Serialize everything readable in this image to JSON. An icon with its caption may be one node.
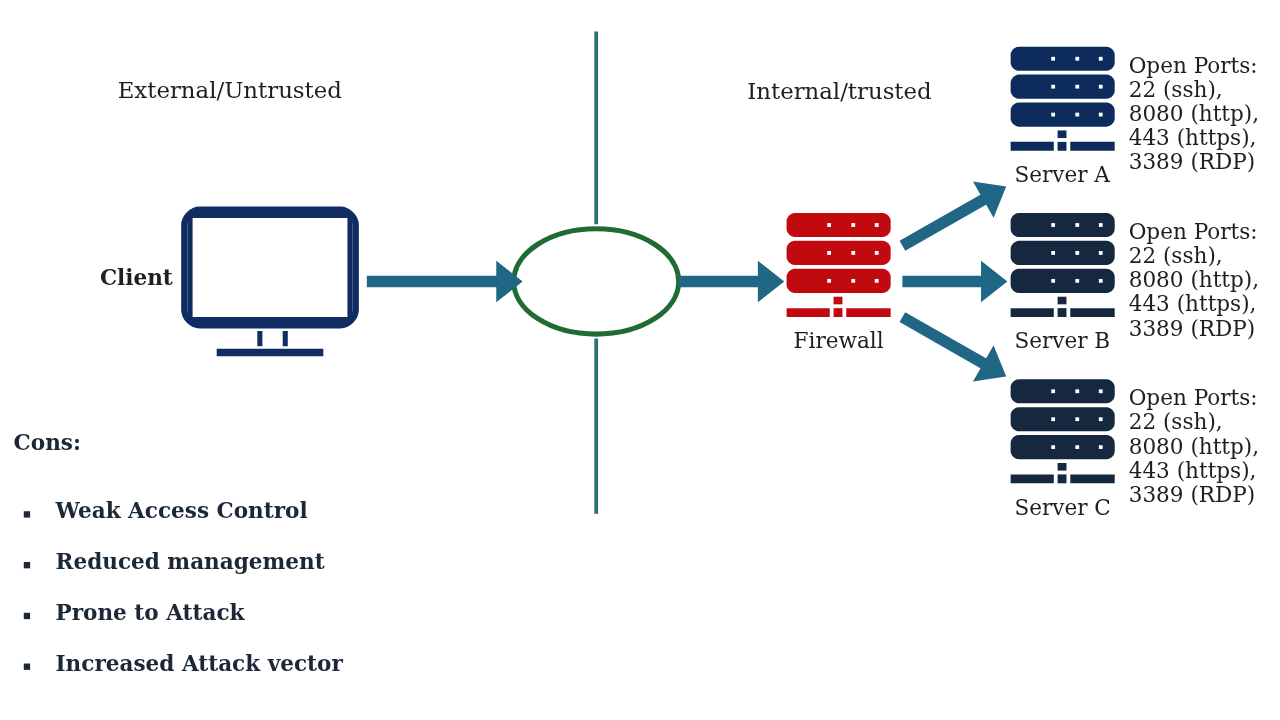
{
  "diagram": {
    "nodes": [
      {
        "text": [
          "Client"
        ]
      },
      {
        "text": [],
        "shape": "cloud"
      },
      {
        "text": [
          "Firewall"
        ]
      },
      {
        "text": [
          "Server A"
        ],
        "beside": [
          "Open Ports: 22 (ssh), 8080 (http), 443 (https), 3389 (RDP)"
        ]
      },
      {
        "text": [
          "Server B"
        ],
        "beside": [
          "Open Ports: 22 (ssh), 8080 (http), 443 (https), 3389 (RDP)"
        ]
      },
      {
        "text": [
          "Server C"
        ],
        "beside": [
          "Open Ports: 22 (ssh), 8080 (http), 443 (https), 3389 (RDP)"
        ]
      }
    ],
    "edges": [
      {
        "from": 0,
        "to": 1,
        "arrow": "to"
      },
      {
        "from": 1,
        "to": 2,
        "arrow": "to"
      },
      {
        "from": 2,
        "to": 3,
        "arrow": "to"
      },
      {
        "from": 2,
        "to": 4,
        "arrow": "to"
      },
      {
        "from": 2,
        "to": 5,
        "arrow": "to"
      }
    ],
    "labels": [
      "External/Untrusted",
      "Internal/trusted",
      "Cons:",
      "Weak Access Control",
      "Reduced management",
      "Prone to Attack",
      "Increased Attack vector"
    ]
  }
}
